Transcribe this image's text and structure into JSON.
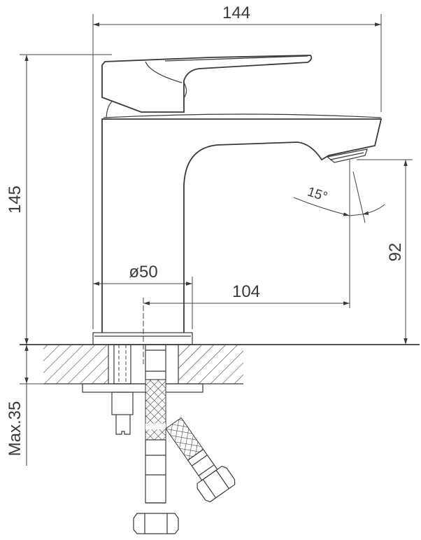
{
  "drawing": {
    "title": "Faucet dimension drawing",
    "dimensions": {
      "overall_width": "144",
      "overall_height": "145",
      "spout_height": "92",
      "spout_reach": "104",
      "base_diameter": "ø50",
      "spout_angle": "15°",
      "max_counter_thickness": "Max.35"
    },
    "line_color": "#3a3a3a"
  }
}
